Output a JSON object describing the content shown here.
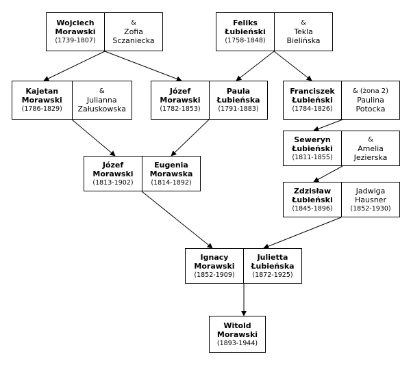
{
  "people": {
    "wojciech": {
      "name": [
        "Wojciech",
        "Morawski"
      ],
      "years": "(1739-1807)"
    },
    "zofia": {
      "prefix": "&",
      "name": [
        "Zofia",
        "Sczaniecka"
      ]
    },
    "feliks": {
      "name": [
        "Feliks",
        "Łubieński"
      ],
      "years": "(1758-1848)"
    },
    "tekla": {
      "prefix": "&",
      "name": [
        "Tekla",
        "Bielińska"
      ]
    },
    "kajetan": {
      "name": [
        "Kajetan",
        "Morawski"
      ],
      "years": "(1786-1829)"
    },
    "julianna": {
      "prefix": "&",
      "name": [
        "Julianna",
        "Załuskowska"
      ]
    },
    "jozef1": {
      "name": [
        "Józef",
        "Morawski"
      ],
      "years": "(1782-1853)"
    },
    "paula": {
      "name": [
        "Paula",
        "Łubieńska"
      ],
      "years": "(1791-1883)"
    },
    "franciszek": {
      "name": [
        "Franciszek",
        "Łubieński"
      ],
      "years": "(1784-1826)"
    },
    "paulina": {
      "prefix": "& (żona 2)",
      "name": [
        "Paulina",
        "Potocka"
      ]
    },
    "seweryn": {
      "name": [
        "Seweryn",
        "Łubieński"
      ],
      "years": "(1811-1855)"
    },
    "amelia": {
      "prefix": "&",
      "name": [
        "Amelia",
        "Jezierska"
      ]
    },
    "jozef2": {
      "name": [
        "Józef",
        "Morawski"
      ],
      "years": "(1813-1902)"
    },
    "eugenia": {
      "name": [
        "Eugenia",
        "Morawska"
      ],
      "years": "(1814-1892)"
    },
    "zdzislaw": {
      "name": [
        "Zdzisław",
        "Łubieński"
      ],
      "years": "(1845-1896)"
    },
    "jadwiga": {
      "name": [
        "Jadwiga",
        "Hausner"
      ],
      "years": "(1852-1930)"
    },
    "ignacy": {
      "name": [
        "Ignacy",
        "Morawski"
      ],
      "years": "(1852-1909)"
    },
    "julietta": {
      "name": [
        "Julietta",
        "Łubieńska"
      ],
      "years": "(1872-1925)"
    },
    "witold": {
      "name": [
        "Witold",
        "Morawski"
      ],
      "years": "(1893-1944)"
    }
  }
}
